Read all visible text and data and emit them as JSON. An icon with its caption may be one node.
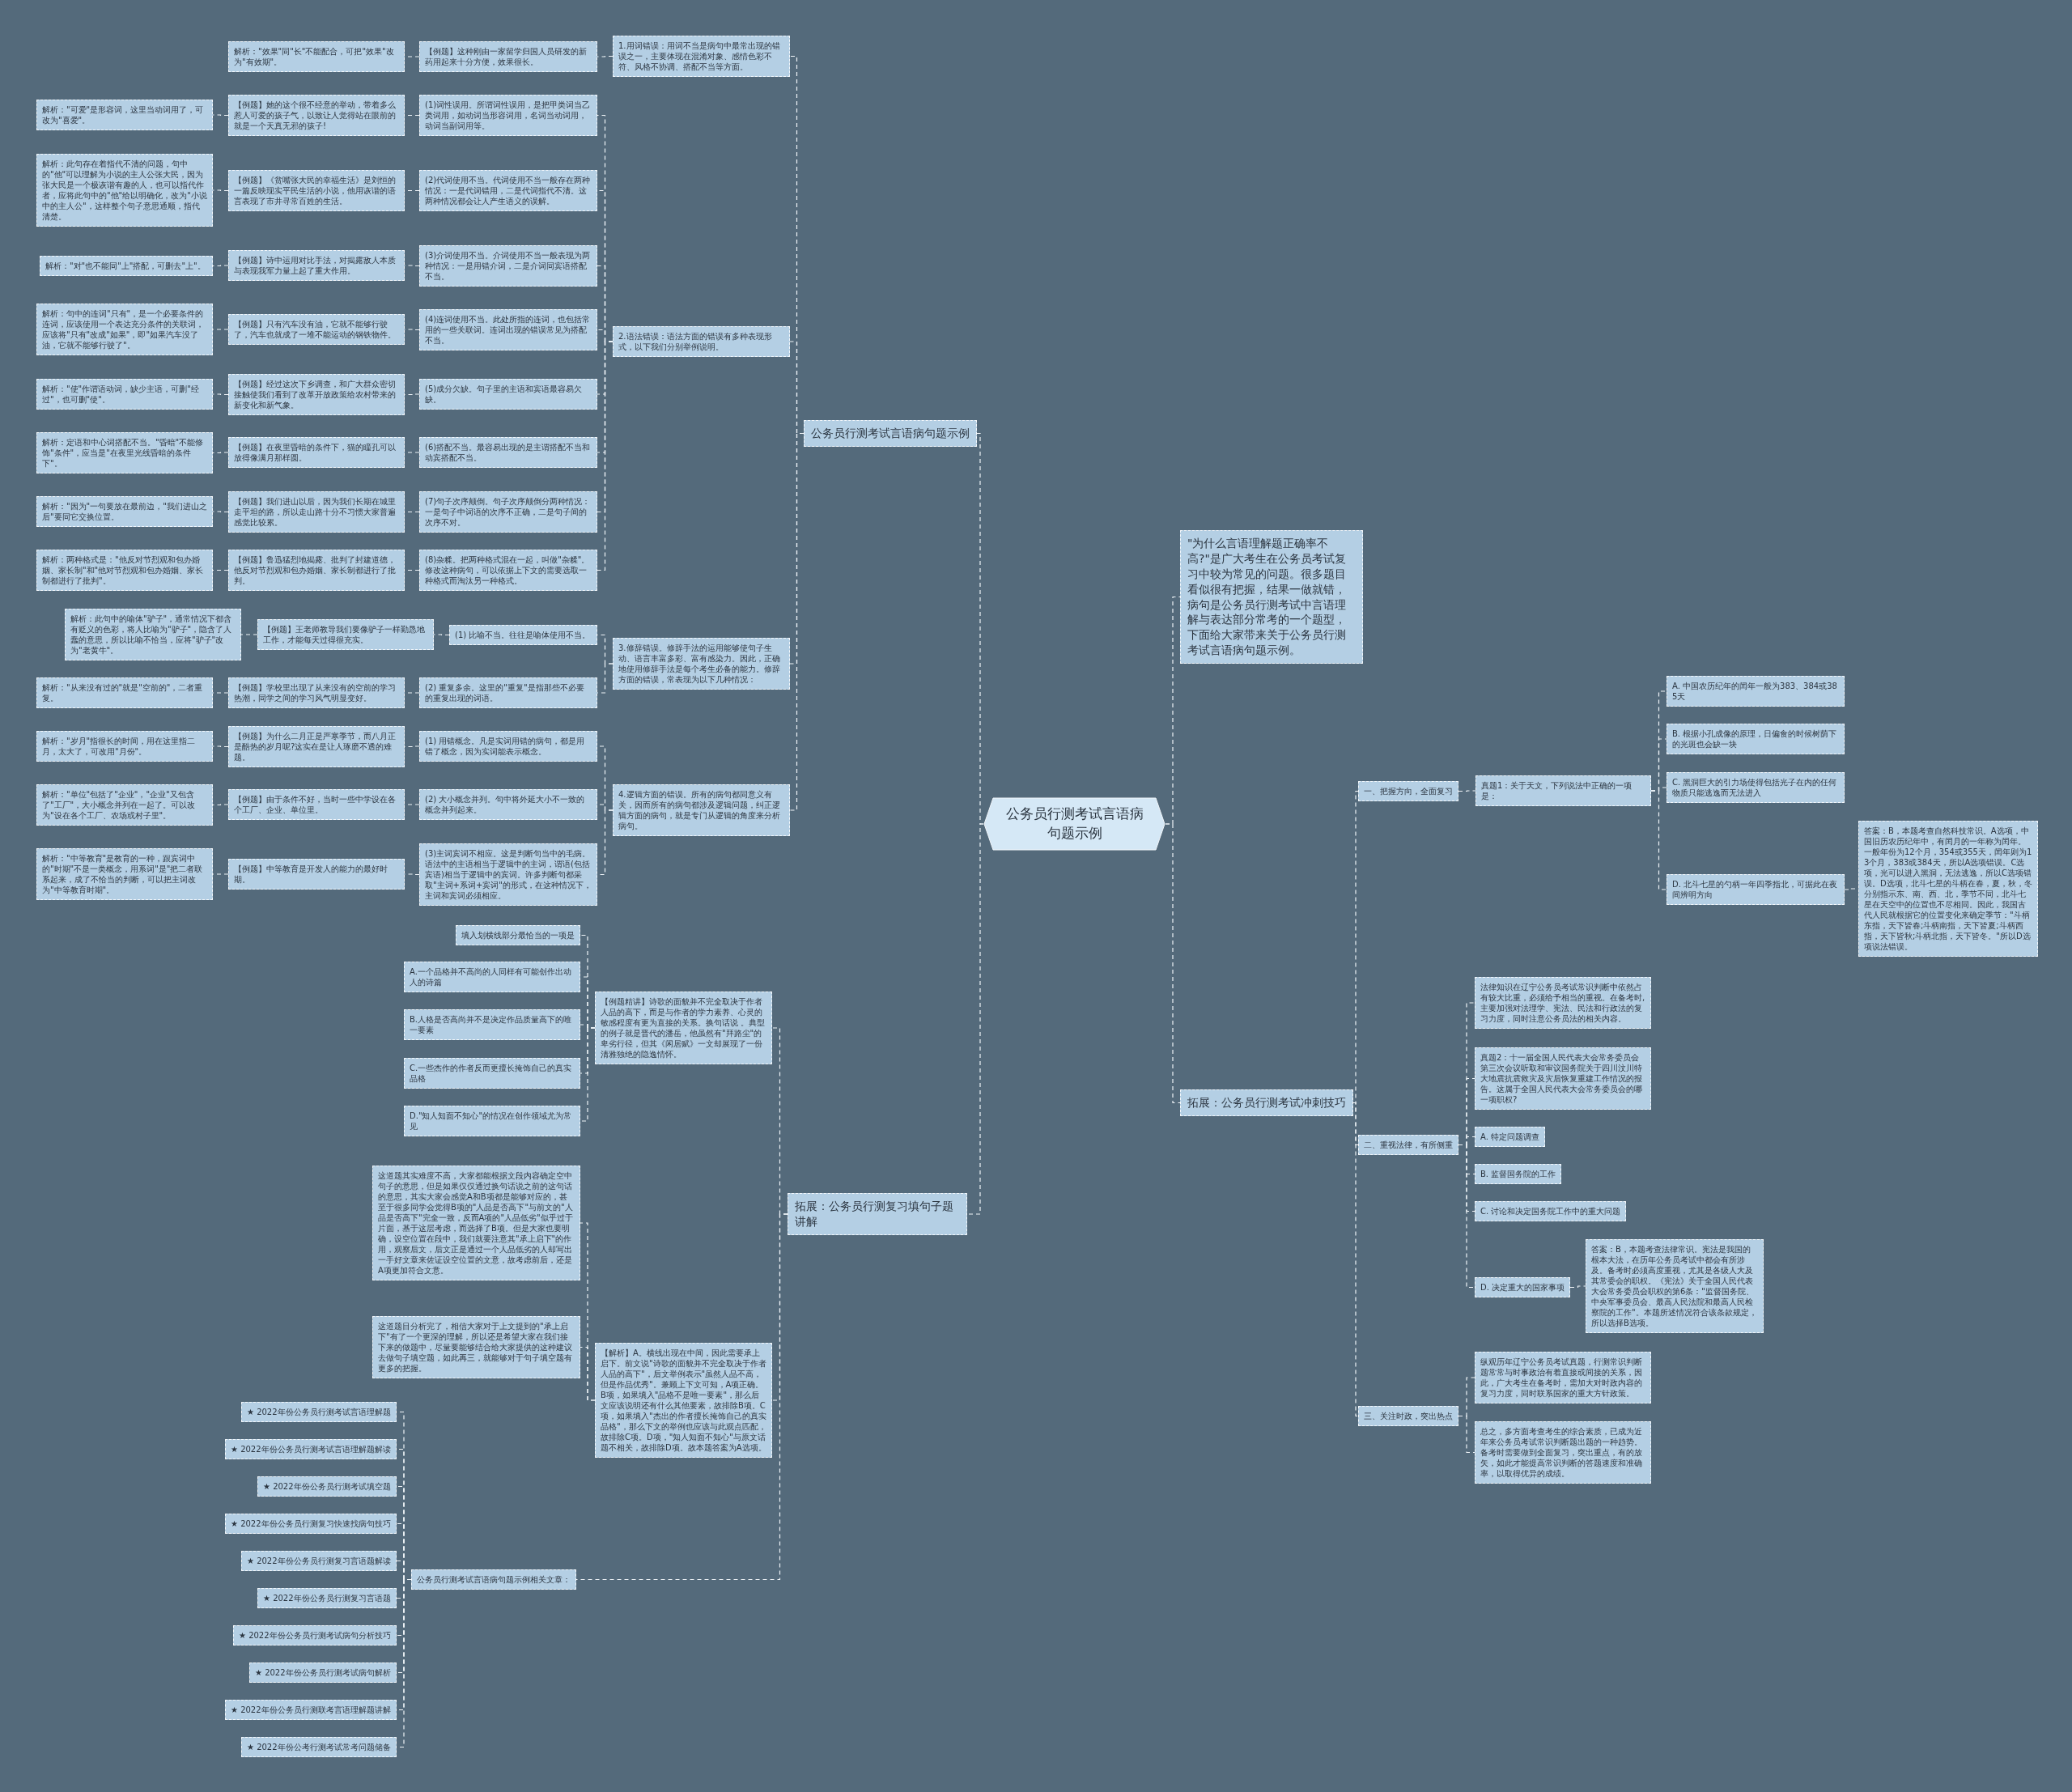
{
  "diagram": {
    "nodes": [
      {
        "text": [
          "公务员行测考试言语病句题示例"
        ]
      },
      {
        "text": [
          "公务员行测考试言语病句题示例"
        ]
      },
      {
        "text": [
          "1.用词错误：用词不当是病句中最常出现的错误之一，主要体现在混淆对象、感情色彩不符、风格不协调、搭配不当等方面。"
        ]
      },
      {
        "text": [
          "【例题】这种刚由一家留学归国人员研发的新药用起来十分方便，效果很长。"
        ]
      },
      {
        "text": [
          "解析：\"效果\"同\"长\"不能配合，可把\"效果\"改为\"有效期\"。"
        ]
      },
      {
        "text": [
          "2.语法错误：语法方面的错误有多种表现形式，以下我们分别举例说明。"
        ]
      },
      {
        "text": [
          "(1)词性误用。所谓词性误用，是把甲类词当乙类词用，如动词当形容词用，名词当动词用，动词当副词用等。"
        ]
      },
      {
        "text": [
          "【例题】她的这个很不经意的举动，带着多么惹人可爱的孩子气，以致让人觉得站在眼前的就是一个天真无邪的孩子!"
        ]
      },
      {
        "text": [
          "解析：\"可爱\"是形容词，这里当动词用了，可改为\"喜爱\"。"
        ]
      },
      {
        "text": [
          "(2)代词使用不当。代词使用不当一般存在两种情况：一是代词错用，二是代词指代不清。这两种情况都会让人产生语义的误解。"
        ]
      },
      {
        "text": [
          "【例题】《贫嘴张大民的幸福生活》是刘恒的一篇反映现实平民生活的小说，他用诙谐的语言表现了市井寻常百姓的生活。"
        ]
      },
      {
        "text": [
          "解析：此句存在着指代不清的问题，句中的\"他\"可以理解为小说的主人公张大民，因为张大民是一个极诙谐有趣的人，也可以指代作者，应将此句中的\"他\"给以明确化，改为\"小说中的主人公\"，这样整个句子意思通顺，指代清楚。"
        ]
      },
      {
        "text": [
          "(3)介词使用不当。介词使用不当一般表现为两种情况：一是用错介词，二是介词同宾语搭配不当。"
        ]
      },
      {
        "text": [
          "【例题】诗中运用对比手法，对揭露敌人本质与表现我军力量上起了重大作用。"
        ]
      },
      {
        "text": [
          "解析：\"对\"也不能同\"上\"搭配，可删去\"上\"。"
        ]
      },
      {
        "text": [
          "(4)连词使用不当。此处所指的连词，也包括常用的一些关联词。连词出现的错误常见为搭配不当。"
        ]
      },
      {
        "text": [
          "【例题】只有汽车没有油，它就不能够行驶了，汽车也就成了一堆不能运动的钢铁物件。"
        ]
      },
      {
        "text": [
          "解析：句中的连词\"只有\"，是一个必要条件的连词，应该使用一个表达充分条件的关联词，应该将\"只有\"改成\"如果\"，即\"如果汽车没了油，它就不能够行驶了\"。"
        ]
      },
      {
        "text": [
          "(5)成分欠缺。句子里的主语和宾语最容易欠缺。"
        ]
      },
      {
        "text": [
          "【例题】经过这次下乡调查，和广大群众密切接触使我们看到了改革开放政策给农村带来的新变化和新气象。"
        ]
      },
      {
        "text": [
          "解析：\"使\"作谓语动词，缺少主语，可删\"经过\"，也可删\"使\"。"
        ]
      },
      {
        "text": [
          "(6)搭配不当。最容易出现的是主谓搭配不当和动宾搭配不当。"
        ]
      },
      {
        "text": [
          "【例题】在夜里昏暗的条件下，猫的瞳孔可以放得像满月那样圆。"
        ]
      },
      {
        "text": [
          "解析：定语和中心词搭配不当。\"昏暗\"不能修饰\"条件\"，应当是\"在夜里光线昏暗的条件下\"。"
        ]
      },
      {
        "text": [
          "(7)句子次序颠倒。句子次序颠倒分两种情况：一是句子中词语的次序不正确，二是句子间的次序不对。"
        ]
      },
      {
        "text": [
          "【例题】我们进山以后，因为我们长期在城里走平坦的路，所以走山路十分不习惯大家普遍感觉比较累。"
        ]
      },
      {
        "text": [
          "解析：\"因为\"一句要放在最前边，\"我们进山之后\"要同它交换位置。"
        ]
      },
      {
        "text": [
          "(8)杂糅。把两种格式混在一起，叫做\"杂糅\"。修改这种病句，可以依据上下文的需要选取一种格式而淘汰另一种格式。"
        ]
      },
      {
        "text": [
          "【例题】鲁迅猛烈地揭露、批判了封建道德，他反对节烈观和包办婚姻、家长制都进行了批判。"
        ]
      },
      {
        "text": [
          "解析：两种格式是：\"他反对节烈观和包办婚姻、家长制\"和\"他对节烈观和包办婚姻、家长制都进行了批判\"。"
        ]
      },
      {
        "text": [
          "3.修辞错误。修辞手法的运用能够使句子生动、语言丰富多彩、富有感染力。因此，正确地使用修辞手法是每个考生必备的能力。修辞方面的错误，常表现为以下几种情况："
        ]
      },
      {
        "text": [
          "(1) 比喻不当。往往是喻体使用不当。"
        ]
      },
      {
        "text": [
          "【例题】王老师教导我们要像驴子一样勤恳地工作，才能每天过得很充实。"
        ]
      },
      {
        "text": [
          "解析：此句中的喻体\"驴子\"，通常情况下都含有贬义的色彩，将人比喻为\"驴子\"，隐含了人蠢的意思，所以比喻不恰当，应将\"驴子\"改为\"老黄牛\"。"
        ]
      },
      {
        "text": [
          "(2) 重复多余。这里的\"重复\"是指那些不必要的重复出现的词语。"
        ]
      },
      {
        "text": [
          "【例题】学校里出现了从来没有的空前的学习热潮，同学之间的学习风气明显变好。"
        ]
      },
      {
        "text": [
          "解析：\"从来没有过的\"就是\"空前的\"，二者重复。"
        ]
      },
      {
        "text": [
          "4.逻辑方面的错误。所有的病句都同意义有关，因而所有的病句都涉及逻辑问题，纠正逻辑方面的病句，就是专门从逻辑的角度来分析病句。"
        ]
      },
      {
        "text": [
          "(1) 用错概念。凡是实词用错的病句，都是用错了概念，因为实词能表示概念。"
        ]
      },
      {
        "text": [
          "【例题】为什么二月正是严寒季节，而八月正是酷热的岁月呢?这实在是让人琢磨不透的难题。"
        ]
      },
      {
        "text": [
          "解析：\"岁月\"指很长的时间，用在这里指二月，太大了，可改用\"月份\"。"
        ]
      },
      {
        "text": [
          "(2) 大小概念并列。句中将外延大小不一致的概念并列起来。"
        ]
      },
      {
        "text": [
          "【例题】由于条件不好，当时一些中学设在各个工厂、企业、单位里。"
        ]
      },
      {
        "text": [
          "解析：\"单位\"包括了\"企业\"，\"企业\"又包含了\"工厂\"，大小概念并列在一起了。可以改为\"设在各个工厂、农场或村子里\"。"
        ]
      },
      {
        "text": [
          "(3)主词宾词不相应。这是判断句当中的毛病。语法中的主语相当于逻辑中的主词，谓语(包括宾语)相当于逻辑中的宾词。许多判断句都采取\"主词+系词+宾词\"的形式，在这种情况下，主词和宾词必须相应。"
        ]
      },
      {
        "text": [
          "【例题】中等教育是开发人的能力的最好时期。"
        ]
      },
      {
        "text": [
          "解析：\"中等教育\"是教育的一种，跟宾词中的\"时期\"不是一类概念，用系词\"是\"把二者联系起来，成了不恰当的判断，可以把主词改为\"中等教育时期\"。"
        ]
      },
      {
        "text": [
          "\"为什么言语理解题正确率不高?\"是广大考生在公务员考试复习中较为常见的问题。很多题目看似很有把握，结果一做就错，病句是公务员行测考试中言语理解与表达部分常考的一个题型，下面给大家带来关于公务员行测考试言语病句题示例。"
        ]
      },
      {
        "text": [
          "拓展：公务员行测考试冲刺技巧"
        ]
      },
      {
        "text": [
          "一、把握方向，全面复习"
        ]
      },
      {
        "text": [
          "真题1：关于天文，下列说法中正确的一项是："
        ]
      },
      {
        "text": [
          "A. 中国农历纪年的闰年一般为383、384或385天"
        ]
      },
      {
        "text": [
          "B. 根据小孔成像的原理，日偏食的时候树荫下的光斑也会缺一块"
        ]
      },
      {
        "text": [
          "C. 黑洞巨大的引力场使得包括光子在内的任何物质只能逃逸而无法进入"
        ]
      },
      {
        "text": [
          "D. 北斗七星的勺柄一年四季指北，可据此在夜间辨明方向"
        ]
      },
      {
        "text": [
          "答案：B，本题考查自然科技常识。A选项，中国旧历农历纪年中，有闰月的一年称为闰年。一般年份为12个月，354或355天，闰年则为13个月，383或384天，所以A选项错误。C选项，光可以进入黑洞，无法逃逸，所以C选项错误。D选项，北斗七星的斗柄在春，夏，秋，冬分别指示东、南、西、北，季节不同，北斗七星在天空中的位置也不尽相同。因此，我国古代人民就根据它的位置变化来确定季节：\"斗柄东指，天下皆春;斗柄南指，天下皆夏;斗柄西指，天下皆秋;斗柄北指，天下皆冬。\"所以D选项说法错误。"
        ]
      },
      {
        "text": [
          "二、重视法律，有所侧重"
        ]
      },
      {
        "text": [
          "法律知识在辽宁公务员考试常识判断中依然占有较大比重，必须给予相当的重视。在备考时,主要加强对法理学、宪法、民法和行政法的复习力度，同时注意公务员法的相关内容。"
        ]
      },
      {
        "text": [
          "真题2：十一届全国人民代表大会常务委员会第三次会议听取和审议国务院关于四川汶川特大地震抗震救灾及灾后恢复重建工作情况的报告。这属于全国人民代表大会常务委员会的哪一项职权?"
        ]
      },
      {
        "text": [
          "A. 特定问题调查"
        ]
      },
      {
        "text": [
          "B. 监督国务院的工作"
        ]
      },
      {
        "text": [
          "C. 讨论和决定国务院工作中的重大问题"
        ]
      },
      {
        "text": [
          "D. 决定重大的国家事项"
        ]
      },
      {
        "text": [
          "答案：B，本题考查法律常识。宪法是我国的根本大法，在历年公务员考试中都会有所涉及。备考时必须高度重视，尤其是各级人大及其常委会的职权。《宪法》关于全国人民代表大会常务委员会职权的第6条：\"监督国务院、中央军事委员会、最高人民法院和最高人民检察院的工作\"。本题所述情况符合该条款规定，所以选择B选项。"
        ]
      },
      {
        "text": [
          "三、关注时政，突出热点"
        ]
      },
      {
        "text": [
          "纵观历年辽宁公务员考试真题，行测常识判断题常常与时事政治有着直接或间接的关系，因此，广大考生在备考时，需加大对时政内容的复习力度，同时联系国家的重大方针政策。"
        ]
      },
      {
        "text": [
          "总之，多方面考查考生的综合素质，已成为近年来公务员考试常识判断题出题的一种趋势。备考时需要做到全面复习，突出重点，有的放矢，如此才能提高常识判断的答题速度和准确率，以取得优异的成绩。"
        ]
      },
      {
        "text": [
          "拓展：公务员行测复习填句子题讲解"
        ]
      },
      {
        "text": [
          "【例题精讲】诗歌的面貌并不完全取决于作者人品的高下，而是与作者的学力素养、心灵的敏感程度有更为直接的关系。换句话说 。典型的例子就是晋代的潘岳，他虽然有\"拜路尘\"的卑劣行径，但其《闲居赋》一文却展现了一份清雅独绝的隐逸情怀。"
        ]
      },
      {
        "text": [
          "填入划横线部分最恰当的一项是"
        ]
      },
      {
        "text": [
          "A.一个品格并不高尚的人同样有可能创作出动人的诗篇"
        ]
      },
      {
        "text": [
          "B.人格是否高尚并不是决定作品质量高下的唯一要素"
        ]
      },
      {
        "text": [
          "C.一些杰作的作者反而更擅长掩饰自己的真实品格"
        ]
      },
      {
        "text": [
          "D.\"知人知面不知心\"的情况在创作领域尤为常见"
        ]
      },
      {
        "text": [
          "【解析】A。横线出现在中间，因此需要承上启下。前文说\"诗歌的面貌并不完全取决于作者人品的高下\"，后文举例表示\"虽然人品不高，但是作品优秀\"。兼顾上下文可知，A项正确。B项，如果填入\"品格不是唯一要素\"，那么后文应该说明还有什么其他要素，故排除B项。C项，如果填入\"杰出的作者擅长掩饰自己的真实品格\"，那么下文的举例也应该与此观点匹配，故排除C项。D项，\"知人知面不知心\"与原文话题不相关，故排除D项。故本题答案为A选项。"
        ]
      },
      {
        "text": [
          "这道题其实难度不高，大家都能根据文段内容确定空中句子的意思，但是如果仅仅通过换句话说之前的这句话的意思，其实大家会感觉A和B项都是能够对应的，甚至于很多同学会觉得B项的\"人品是否高下\"与前文的\"人品是否高下\"完全一致，反而A项的\"人品低劣\"似乎过于片面，基于这层考虑，而选择了B项。但是大家也要明确，设空位置在段中，我们就要注意其\"承上启下\"的作用，观察后文，后文正是通过一个人品低劣的人却写出一手好文章来佐证设空位置的文意，故考虑前后，还是A项更加符合文意。"
        ]
      },
      {
        "text": [
          "这道题目分析完了，相信大家对于上文提到的\"承上启下\"有了一个更深的理解，所以还是希望大家在我们接下来的做题中，尽量要能够结合给大家提供的这种建议去做句子填空题，如此再三，就能够对于句子填空题有更多的把握。"
        ]
      },
      {
        "text": [
          "公务员行测考试言语病句题示例相关文章："
        ]
      },
      {
        "text": [
          "★ 2022年份公务员行测考试言语理解题"
        ]
      },
      {
        "text": [
          "★ 2022年份公务员行测考试言语理解题解读"
        ]
      },
      {
        "text": [
          "★ 2022年份公务员行测考试填空题"
        ]
      },
      {
        "text": [
          "★ 2022年份公务员行测复习快速找病句技巧"
        ]
      },
      {
        "text": [
          "★ 2022年份公务员行测复习言语题解读"
        ]
      },
      {
        "text": [
          "★ 2022年份公务员行测复习言语题"
        ]
      },
      {
        "text": [
          "★ 2022年份公务员行测考试病句分析技巧"
        ]
      },
      {
        "text": [
          "★ 2022年份公务员行测考试病句解析"
        ]
      },
      {
        "text": [
          "★ 2022年份公务员行测联考言语理解题讲解"
        ]
      },
      {
        "text": [
          "★ 2022年份公考行测考试常考问题储备"
        ]
      }
    ],
    "edges": [
      {
        "from": 0,
        "to": 1,
        "arrow": "none",
        "style": "dashed"
      },
      {
        "from": 1,
        "to": 2,
        "arrow": "none",
        "style": "dashed"
      },
      {
        "from": 2,
        "to": 3,
        "arrow": "none",
        "style": "dashed"
      },
      {
        "from": 3,
        "to": 4,
        "arrow": "none",
        "style": "dashed"
      },
      {
        "from": 1,
        "to": 5,
        "arrow": "none",
        "style": "dashed"
      },
      {
        "from": 5,
        "to": 6,
        "arrow": "none",
        "style": "dashed"
      },
      {
        "from": 6,
        "to": 7,
        "arrow": "none",
        "style": "dashed"
      },
      {
        "from": 7,
        "to": 8,
        "arrow": "none",
        "style": "dashed"
      },
      {
        "from": 5,
        "to": 9,
        "arrow": "none",
        "style": "dashed"
      },
      {
        "from": 9,
        "to": 10,
        "arrow": "none",
        "style": "dashed"
      },
      {
        "from": 10,
        "to": 11,
        "arrow": "none",
        "style": "dashed"
      },
      {
        "from": 5,
        "to": 12,
        "arrow": "none",
        "style": "dashed"
      },
      {
        "from": 12,
        "to": 13,
        "arrow": "none",
        "style": "dashed"
      },
      {
        "from": 13,
        "to": 14,
        "arrow": "none",
        "style": "dashed"
      },
      {
        "from": 5,
        "to": 15,
        "arrow": "none",
        "style": "dashed"
      },
      {
        "from": 15,
        "to": 16,
        "arrow": "none",
        "style": "dashed"
      },
      {
        "from": 16,
        "to": 17,
        "arrow": "none",
        "style": "dashed"
      },
      {
        "from": 5,
        "to": 18,
        "arrow": "none",
        "style": "dashed"
      },
      {
        "from": 18,
        "to": 19,
        "arrow": "none",
        "style": "dashed"
      },
      {
        "from": 19,
        "to": 20,
        "arrow": "none",
        "style": "dashed"
      },
      {
        "from": 5,
        "to": 21,
        "arrow": "none",
        "style": "dashed"
      },
      {
        "from": 21,
        "to": 22,
        "arrow": "none",
        "style": "dashed"
      },
      {
        "from": 22,
        "to": 23,
        "arrow": "none",
        "style": "dashed"
      },
      {
        "from": 5,
        "to": 24,
        "arrow": "none",
        "style": "dashed"
      },
      {
        "from": 24,
        "to": 25,
        "arrow": "none",
        "style": "dashed"
      },
      {
        "from": 25,
        "to": 26,
        "arrow": "none",
        "style": "dashed"
      },
      {
        "from": 5,
        "to": 27,
        "arrow": "none",
        "style": "dashed"
      },
      {
        "from": 27,
        "to": 28,
        "arrow": "none",
        "style": "dashed"
      },
      {
        "from": 28,
        "to": 29,
        "arrow": "none",
        "style": "dashed"
      },
      {
        "from": 1,
        "to": 30,
        "arrow": "none",
        "style": "dashed"
      },
      {
        "from": 30,
        "to": 31,
        "arrow": "none",
        "style": "dashed"
      },
      {
        "from": 31,
        "to": 32,
        "arrow": "none",
        "style": "dashed"
      },
      {
        "from": 32,
        "to": 33,
        "arrow": "none",
        "style": "dashed"
      },
      {
        "from": 30,
        "to": 34,
        "arrow": "none",
        "style": "dashed"
      },
      {
        "from": 34,
        "to": 35,
        "arrow": "none",
        "style": "dashed"
      },
      {
        "from": 35,
        "to": 36,
        "arrow": "none",
        "style": "dashed"
      },
      {
        "from": 1,
        "to": 37,
        "arrow": "none",
        "style": "dashed"
      },
      {
        "from": 37,
        "to": 38,
        "arrow": "none",
        "style": "dashed"
      },
      {
        "from": 38,
        "to": 39,
        "arrow": "none",
        "style": "dashed"
      },
      {
        "from": 39,
        "to": 40,
        "arrow": "none",
        "style": "dashed"
      },
      {
        "from": 37,
        "to": 41,
        "arrow": "none",
        "style": "dashed"
      },
      {
        "from": 41,
        "to": 42,
        "arrow": "none",
        "style": "dashed"
      },
      {
        "from": 42,
        "to": 43,
        "arrow": "none",
        "style": "dashed"
      },
      {
        "from": 37,
        "to": 44,
        "arrow": "none",
        "style": "dashed"
      },
      {
        "from": 44,
        "to": 45,
        "arrow": "none",
        "style": "dashed"
      },
      {
        "from": 45,
        "to": 46,
        "arrow": "none",
        "style": "dashed"
      },
      {
        "from": 0,
        "to": 47,
        "arrow": "none",
        "style": "dashed"
      },
      {
        "from": 0,
        "to": 48,
        "arrow": "none",
        "style": "dashed"
      },
      {
        "from": 48,
        "to": 49,
        "arrow": "none",
        "style": "dashed"
      },
      {
        "from": 49,
        "to": 50,
        "arrow": "none",
        "style": "dashed"
      },
      {
        "from": 50,
        "to": 51,
        "arrow": "none",
        "style": "dashed"
      },
      {
        "from": 50,
        "to": 52,
        "arrow": "none",
        "style": "dashed"
      },
      {
        "from": 50,
        "to": 53,
        "arrow": "none",
        "style": "dashed"
      },
      {
        "from": 50,
        "to": 54,
        "arrow": "none",
        "style": "dashed"
      },
      {
        "from": 54,
        "to": 55,
        "arrow": "none",
        "style": "dashed"
      },
      {
        "from": 48,
        "to": 56,
        "arrow": "none",
        "style": "dashed"
      },
      {
        "from": 56,
        "to": 57,
        "arrow": "none",
        "style": "dashed"
      },
      {
        "from": 56,
        "to": 58,
        "arrow": "none",
        "style": "dashed"
      },
      {
        "from": 56,
        "to": 59,
        "arrow": "none",
        "style": "dashed"
      },
      {
        "from": 56,
        "to": 60,
        "arrow": "none",
        "style": "dashed"
      },
      {
        "from": 56,
        "to": 61,
        "arrow": "none",
        "style": "dashed"
      },
      {
        "from": 56,
        "to": 62,
        "arrow": "none",
        "style": "dashed"
      },
      {
        "from": 62,
        "to": 63,
        "arrow": "none",
        "style": "dashed"
      },
      {
        "from": 48,
        "to": 64,
        "arrow": "none",
        "style": "dashed"
      },
      {
        "from": 64,
        "to": 65,
        "arrow": "none",
        "style": "dashed"
      },
      {
        "from": 64,
        "to": 66,
        "arrow": "none",
        "style": "dashed"
      },
      {
        "from": 0,
        "to": 67,
        "arrow": "none",
        "style": "dashed"
      },
      {
        "from": 67,
        "to": 68,
        "arrow": "none",
        "style": "dashed"
      },
      {
        "from": 68,
        "to": 69,
        "arrow": "none",
        "style": "dashed"
      },
      {
        "from": 68,
        "to": 70,
        "arrow": "none",
        "style": "dashed"
      },
      {
        "from": 68,
        "to": 71,
        "arrow": "none",
        "style": "dashed"
      },
      {
        "from": 68,
        "to": 72,
        "arrow": "none",
        "style": "dashed"
      },
      {
        "from": 68,
        "to": 73,
        "arrow": "none",
        "style": "dashed"
      },
      {
        "from": 67,
        "to": 74,
        "arrow": "none",
        "style": "dashed"
      },
      {
        "from": 74,
        "to": 75,
        "arrow": "none",
        "style": "dashed"
      },
      {
        "from": 74,
        "to": 76,
        "arrow": "none",
        "style": "dashed"
      },
      {
        "from": 67,
        "to": 77,
        "arrow": "none",
        "style": "dashed"
      },
      {
        "from": 77,
        "to": 78,
        "arrow": "none",
        "style": "dashed"
      },
      {
        "from": 77,
        "to": 79,
        "arrow": "none",
        "style": "dashed"
      },
      {
        "from": 77,
        "to": 80,
        "arrow": "none",
        "style": "dashed"
      },
      {
        "from": 77,
        "to": 81,
        "arrow": "none",
        "style": "dashed"
      },
      {
        "from": 77,
        "to": 82,
        "arrow": "none",
        "style": "dashed"
      },
      {
        "from": 77,
        "to": 83,
        "arrow": "none",
        "style": "dashed"
      },
      {
        "from": 77,
        "to": 84,
        "arrow": "none",
        "style": "dashed"
      },
      {
        "from": 77,
        "to": 85,
        "arrow": "none",
        "style": "dashed"
      },
      {
        "from": 77,
        "to": 86,
        "arrow": "none",
        "style": "dashed"
      },
      {
        "from": 77,
        "to": 87,
        "arrow": "none",
        "style": "dashed"
      }
    ]
  }
}
